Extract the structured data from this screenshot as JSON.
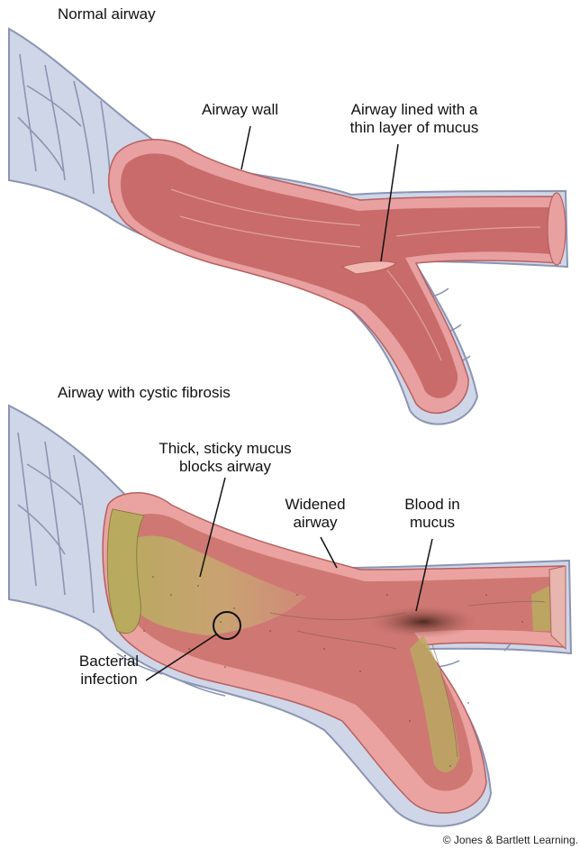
{
  "colors": {
    "cartilage_fill": "#cfd6e8",
    "cartilage_stroke": "#8b95b3",
    "wall_pink": "#e8a0a0",
    "lumen_red": "#c96b6b",
    "mucus_yellow": "#b9ad63",
    "blood_dark": "#6a3a2e"
  },
  "panels": {
    "normal": {
      "title": "Normal airway",
      "labels": {
        "wall": "Airway wall",
        "mucus_line1": "Airway lined with a",
        "mucus_line2": "thin layer of mucus"
      }
    },
    "cf": {
      "title": "Airway with cystic fibrosis",
      "labels": {
        "thick_line1": "Thick, sticky mucus",
        "thick_line2": "blocks airway",
        "widened_line1": "Widened",
        "widened_line2": "airway",
        "blood_line1": "Blood in",
        "blood_line2": "mucus",
        "bacterial_line1": "Bacterial",
        "bacterial_line2": "infection"
      }
    }
  },
  "credit": "© Jones & Bartlett Learning."
}
